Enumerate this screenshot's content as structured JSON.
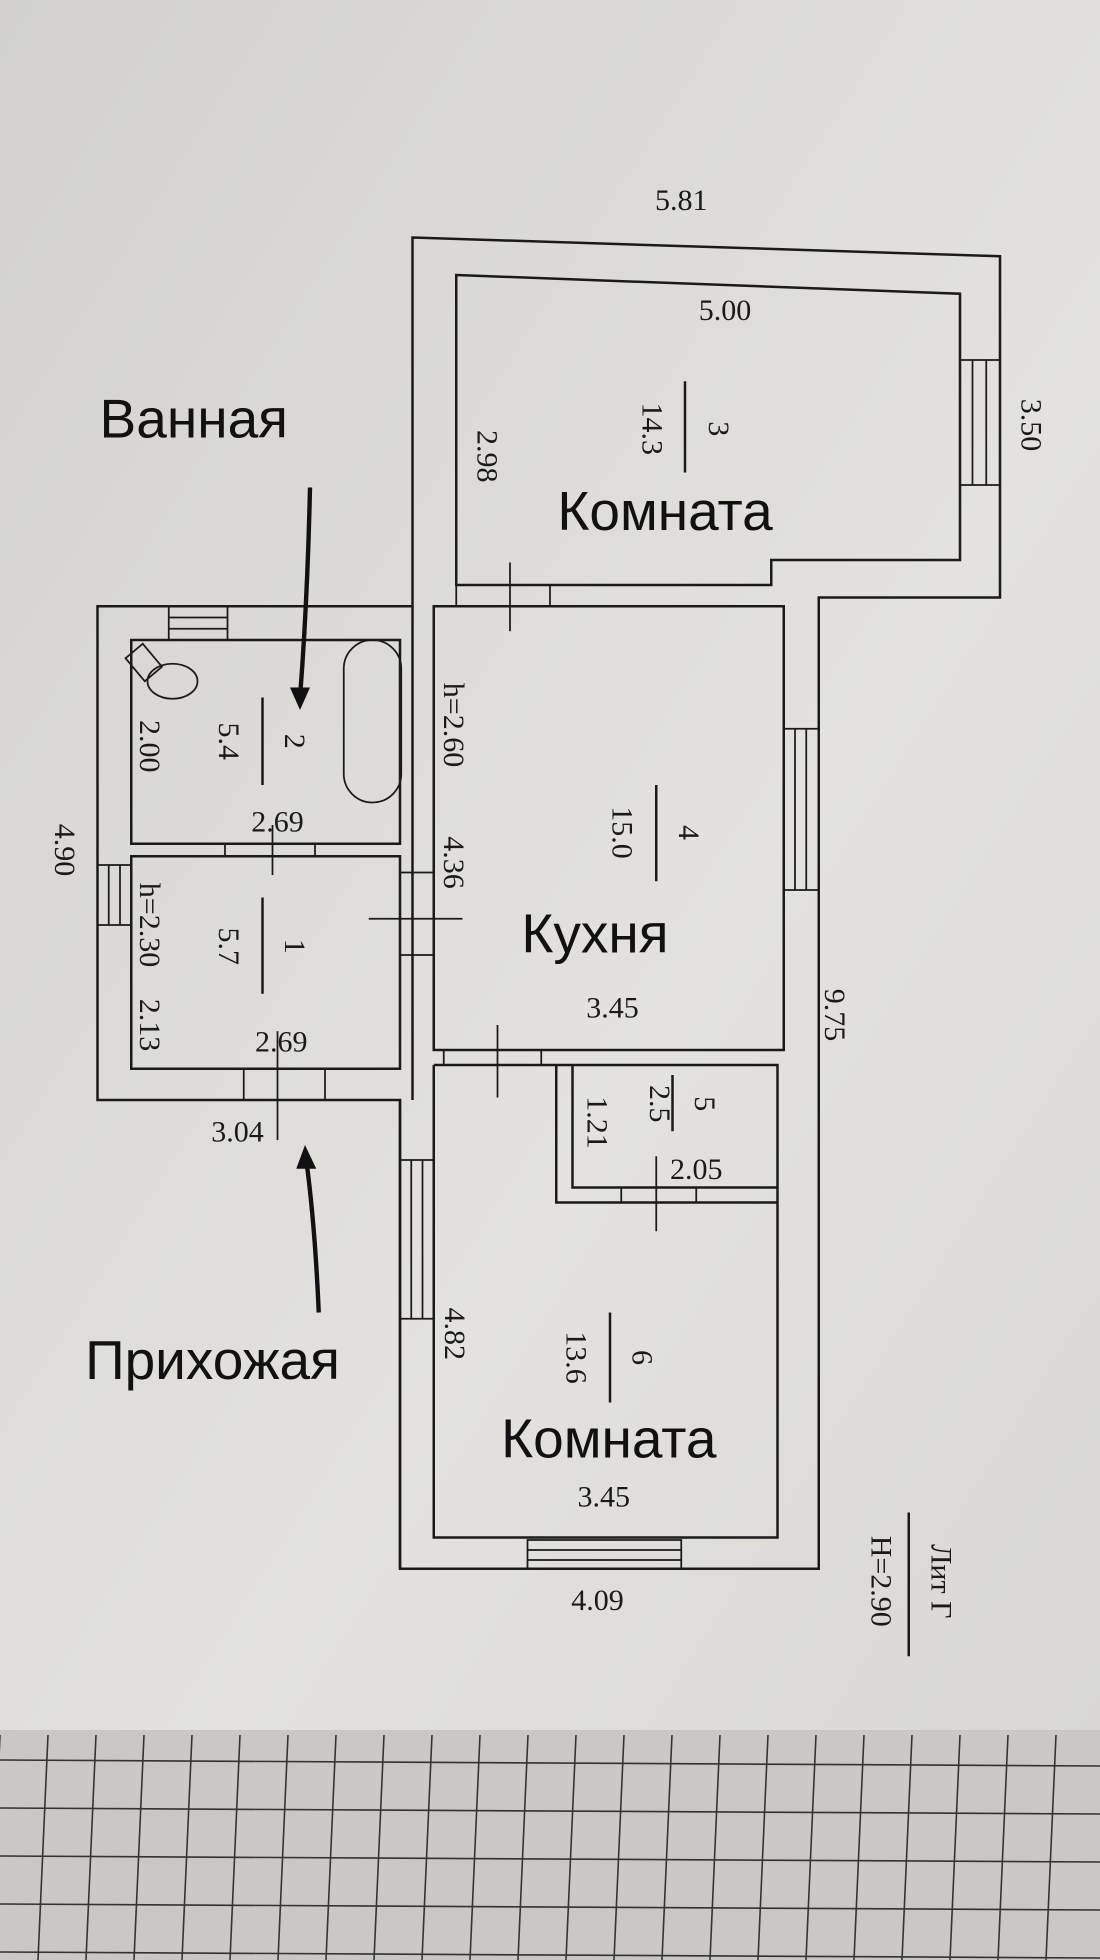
{
  "plan": {
    "overall_top": "5.81",
    "overall_right": "3.50",
    "overall_left": "4.90",
    "overall_east": "9.75",
    "hall_bottom": "3.04",
    "bottom_width": "4.09",
    "lit": "Лит Г",
    "height_total": "H=2.90"
  },
  "rooms": {
    "room3": {
      "number": "3",
      "area": "14.3",
      "width": "5.00",
      "depth": "2.98",
      "label": "Комната"
    },
    "room4": {
      "number": "4",
      "area": "15.0",
      "height": "h=2.60",
      "depth": "4.36",
      "width": "3.45",
      "label": "Кухня"
    },
    "room2": {
      "number": "2",
      "area": "5.4",
      "depth": "2.00",
      "width": "2.69",
      "label": "Ванная"
    },
    "room1": {
      "number": "1",
      "area": "5.7",
      "height": "h=2.30",
      "depth": "2.13",
      "width": "2.69",
      "label": "Прихожая"
    },
    "room5": {
      "number": "5",
      "area": "2.5",
      "depth": "1.21",
      "width": "2.05"
    },
    "room6": {
      "number": "6",
      "area": "13.6",
      "depth": "4.82",
      "width": "3.45",
      "label": "Комната"
    }
  }
}
